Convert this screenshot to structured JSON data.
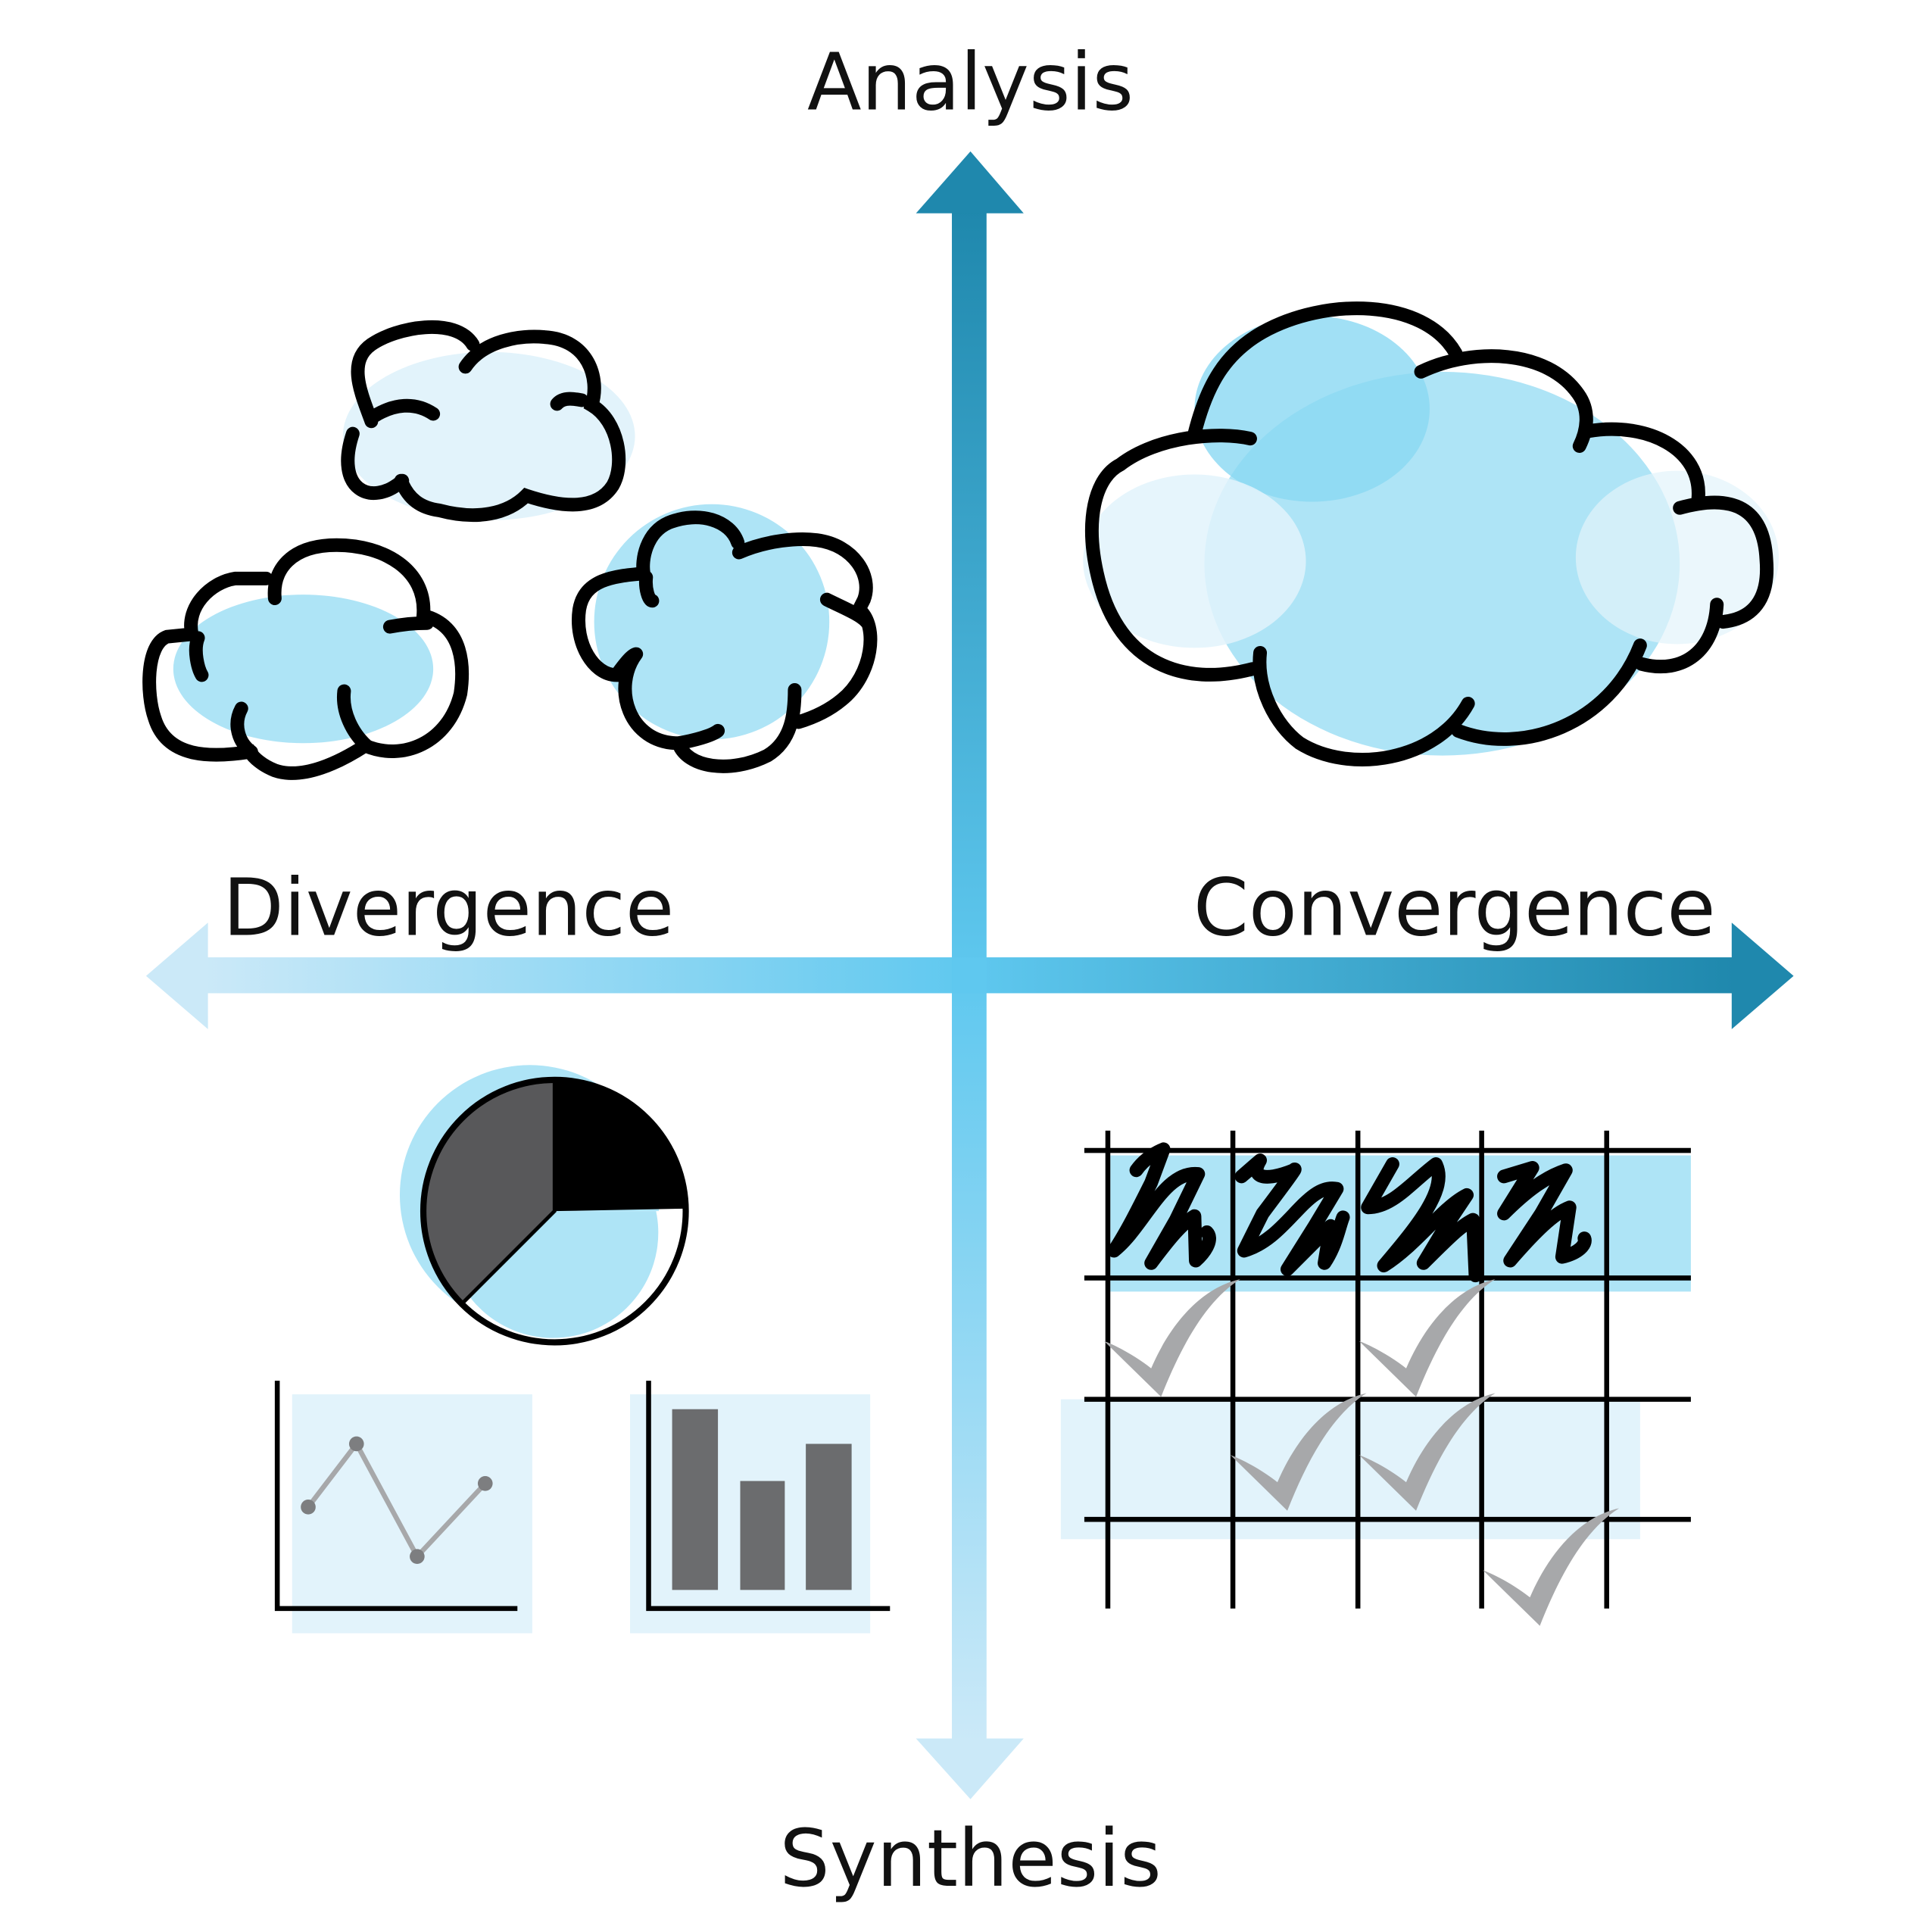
{
  "axes": {
    "top_label": "Analysis",
    "bottom_label": "Synthesis",
    "left_label": "Divergence",
    "right_label": "Convergence"
  },
  "colors": {
    "arrow_dark": "#1f88ad",
    "arrow_mid": "#5fc8ef",
    "arrow_light": "#cbe9f8",
    "fill_blue": "#aee4f6",
    "fill_light": "#e2f3fb",
    "check_grey": "#a7a8aa",
    "pie_dark": "#58585a",
    "bar_grey": "#6b6c6e"
  },
  "icons": {
    "top_left": "small-clouds-icon",
    "top_right": "large-cloud-icon",
    "bottom_left": [
      "pie-chart-icon",
      "line-chart-icon",
      "bar-chart-icon"
    ],
    "bottom_right": "checklist-grid-icon"
  },
  "mini_line_chart": [
    2,
    3.2,
    0.9,
    2.4
  ],
  "mini_bar_chart": [
    10,
    6,
    8
  ],
  "pie_slices": [
    0.25,
    0.37,
    0.38
  ]
}
